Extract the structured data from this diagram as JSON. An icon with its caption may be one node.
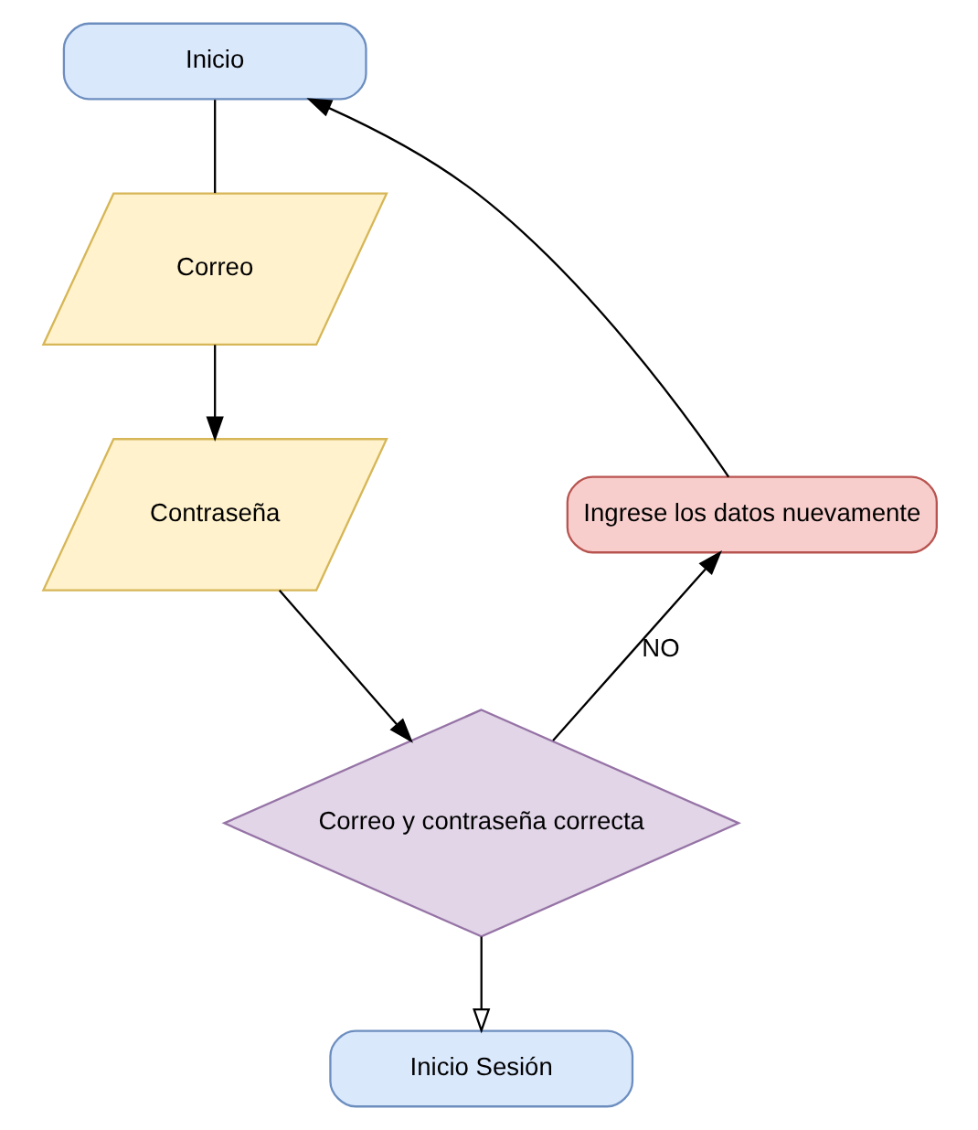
{
  "diagram": {
    "nodes": [
      {
        "text": [
          "Inicio"
        ]
      },
      {
        "text": [
          "Correo"
        ]
      },
      {
        "text": [
          "Contraseña"
        ]
      },
      {
        "text": [
          "Correo y contraseña correcta"
        ]
      },
      {
        "text": [
          "Ingrese los datos nuevamente"
        ]
      },
      {
        "text": [
          "Inicio Sesión"
        ]
      }
    ],
    "edges": [
      {
        "from": 0,
        "to": 1,
        "arrow": "none"
      },
      {
        "from": 1,
        "to": 2,
        "arrow": "to"
      },
      {
        "from": 2,
        "to": 3,
        "arrow": "to"
      },
      {
        "from": 3,
        "to": 4,
        "arrow": "to",
        "label": "NO"
      },
      {
        "from": 4,
        "to": 0,
        "arrow": "to"
      },
      {
        "from": 3,
        "to": 5,
        "arrow": "to"
      }
    ]
  }
}
